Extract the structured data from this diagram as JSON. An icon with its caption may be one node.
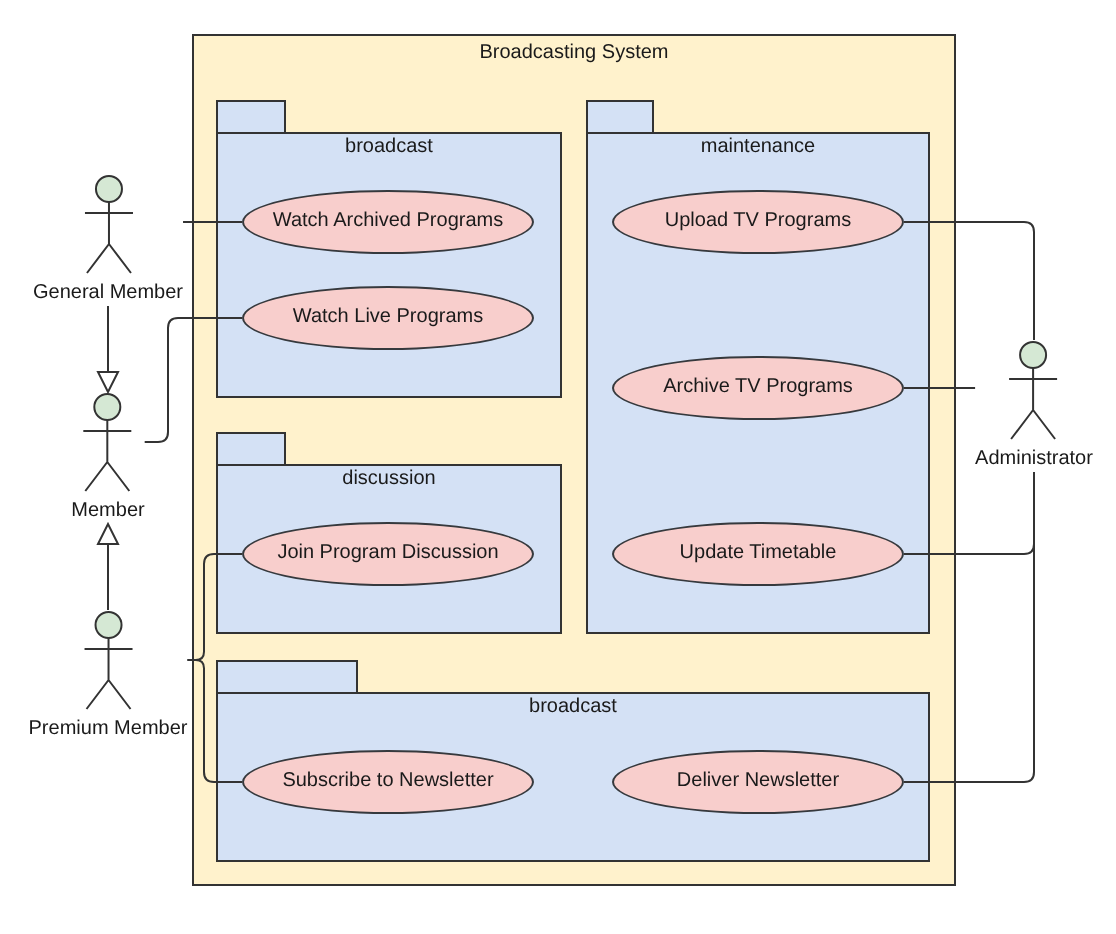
{
  "diagram": {
    "nodes": [
      {
        "text": [
          "Broadcasting System"
        ]
      },
      {
        "text": [
          "broadcast"
        ],
        "in": 0
      },
      {
        "text": [
          "Watch Archived Programs"
        ],
        "in": 1
      },
      {
        "text": [
          "Watch Live Programs"
        ],
        "in": 1
      },
      {
        "text": [
          "maintenance"
        ],
        "in": 0
      },
      {
        "text": [
          "Upload TV Programs"
        ],
        "in": 4
      },
      {
        "text": [
          "Archive TV Programs"
        ],
        "in": 4
      },
      {
        "text": [
          "Update Timetable"
        ],
        "in": 4
      },
      {
        "text": [
          "discussion"
        ],
        "in": 0
      },
      {
        "text": [
          "Join Program Discussion"
        ],
        "in": 8
      },
      {
        "text": [
          "broadcast"
        ],
        "in": 0
      },
      {
        "text": [
          "Subscribe to Newsletter"
        ],
        "in": 10
      },
      {
        "text": [
          "Deliver Newsletter"
        ],
        "in": 10
      },
      {
        "text": [
          "General Member"
        ]
      },
      {
        "text": [
          "Member"
        ]
      },
      {
        "text": [
          "Premium Member"
        ]
      },
      {
        "text": [
          "Administrator"
        ]
      }
    ],
    "edges": [
      {
        "from": 13,
        "to": 2,
        "arrow": "none"
      },
      {
        "from": 14,
        "to": 3,
        "arrow": "none"
      },
      {
        "from": 13,
        "to": 14,
        "arrow": "to"
      },
      {
        "from": 15,
        "to": 14,
        "arrow": "to"
      },
      {
        "from": 15,
        "to": 9,
        "arrow": "none"
      },
      {
        "from": 15,
        "to": 11,
        "arrow": "none"
      },
      {
        "from": 16,
        "to": 5,
        "arrow": "none"
      },
      {
        "from": 16,
        "to": 6,
        "arrow": "none"
      },
      {
        "from": 16,
        "to": 7,
        "arrow": "none"
      },
      {
        "from": 16,
        "to": 12,
        "arrow": "none"
      }
    ]
  }
}
